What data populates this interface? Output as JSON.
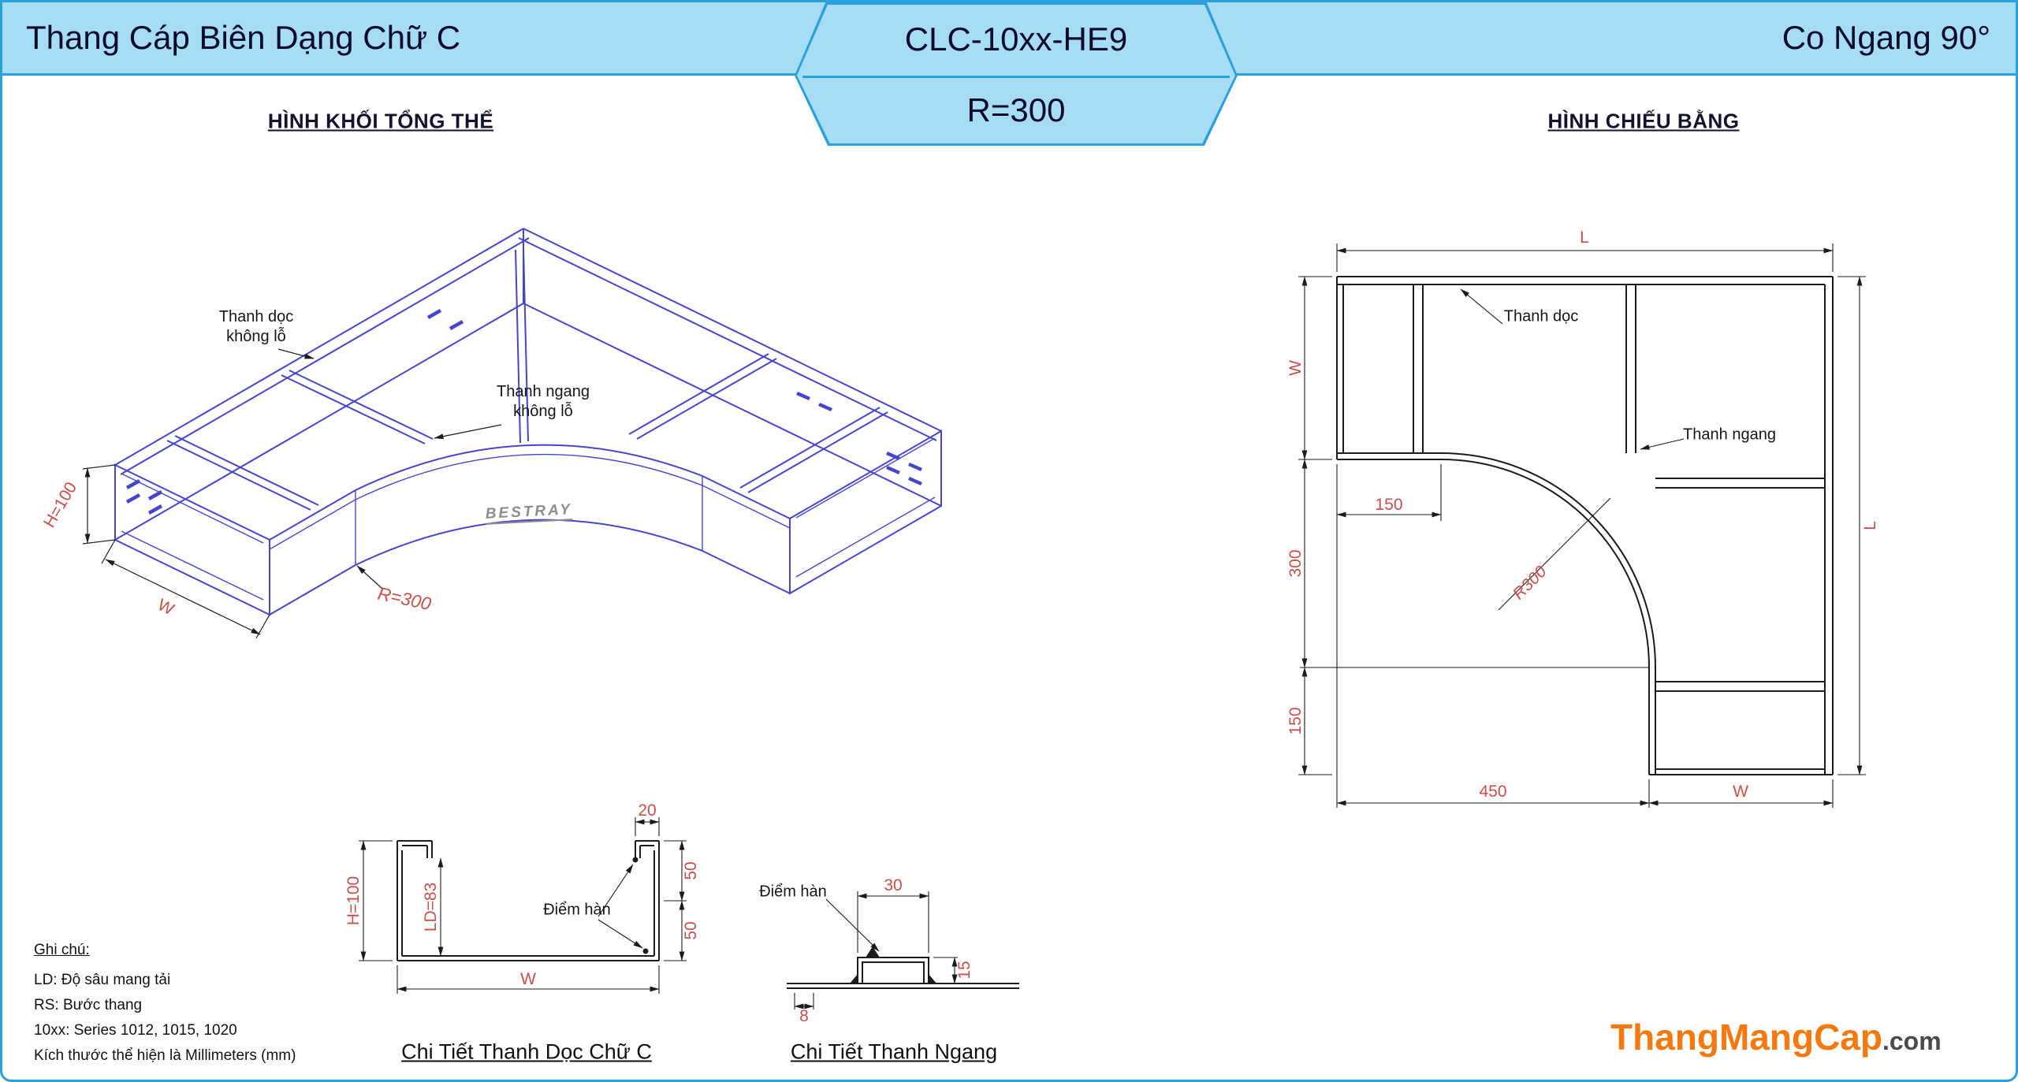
{
  "header": {
    "left_title": "Thang Cáp Biên Dạng Chữ C",
    "model_code": "CLC-10xx-HE9",
    "radius_label": "R=300",
    "right_title": "Co Ngang 90°"
  },
  "sections": {
    "iso_title": "HÌNH KHỐI TỔNG THỂ",
    "plan_title": "HÌNH CHIẾU BẰNG"
  },
  "iso_view": {
    "label_rail_line1": "Thanh dọc",
    "label_rail_line2": "không lỗ",
    "label_rung_line1": "Thanh ngang",
    "label_rung_line2": "không lỗ",
    "brand": "BESTRAY",
    "dim_height": "H=100",
    "dim_width": "W",
    "dim_radius": "R=300"
  },
  "plan_view": {
    "dim_length_top": "L",
    "dim_width_left": "W",
    "dim_300": "300",
    "dim_150_left": "150",
    "dim_150_inner": "150",
    "dim_radius": "R300",
    "dim_450": "450",
    "dim_width_bottom": "W",
    "dim_length_right": "L",
    "label_rail": "Thanh dọc",
    "label_rung": "Thanh ngang"
  },
  "c_detail": {
    "title": "Chi Tiết Thanh Dọc Chữ C",
    "dim_20": "20",
    "dim_50_top": "50",
    "dim_50_bottom": "50",
    "dim_h": "H=100",
    "dim_ld": "LD=83",
    "dim_w": "W",
    "weld_label": "Điểm hàn"
  },
  "rung_detail": {
    "title": "Chi Tiết Thanh Ngang",
    "dim_30": "30",
    "dim_15": "15",
    "dim_8": "8",
    "weld_label": "Điểm hàn"
  },
  "notes": {
    "heading": "Ghi chú:",
    "lines": [
      "LD: Độ sâu mang tải",
      "RS: Bước thang",
      "10xx: Series 1012, 1015, 1020",
      "Kích thước thể hiện là Millimeters (mm)"
    ]
  },
  "logo": {
    "main": "ThangMangCap",
    "suffix": ".com"
  },
  "colors": {
    "header_bg": "#a6ddf5",
    "header_border": "#2aa0dc",
    "drawing_blue": "#4646cb",
    "dim_red": "#c84f4b",
    "line_black": "#1b1b1b",
    "logo_orange": "#f5790f"
  }
}
